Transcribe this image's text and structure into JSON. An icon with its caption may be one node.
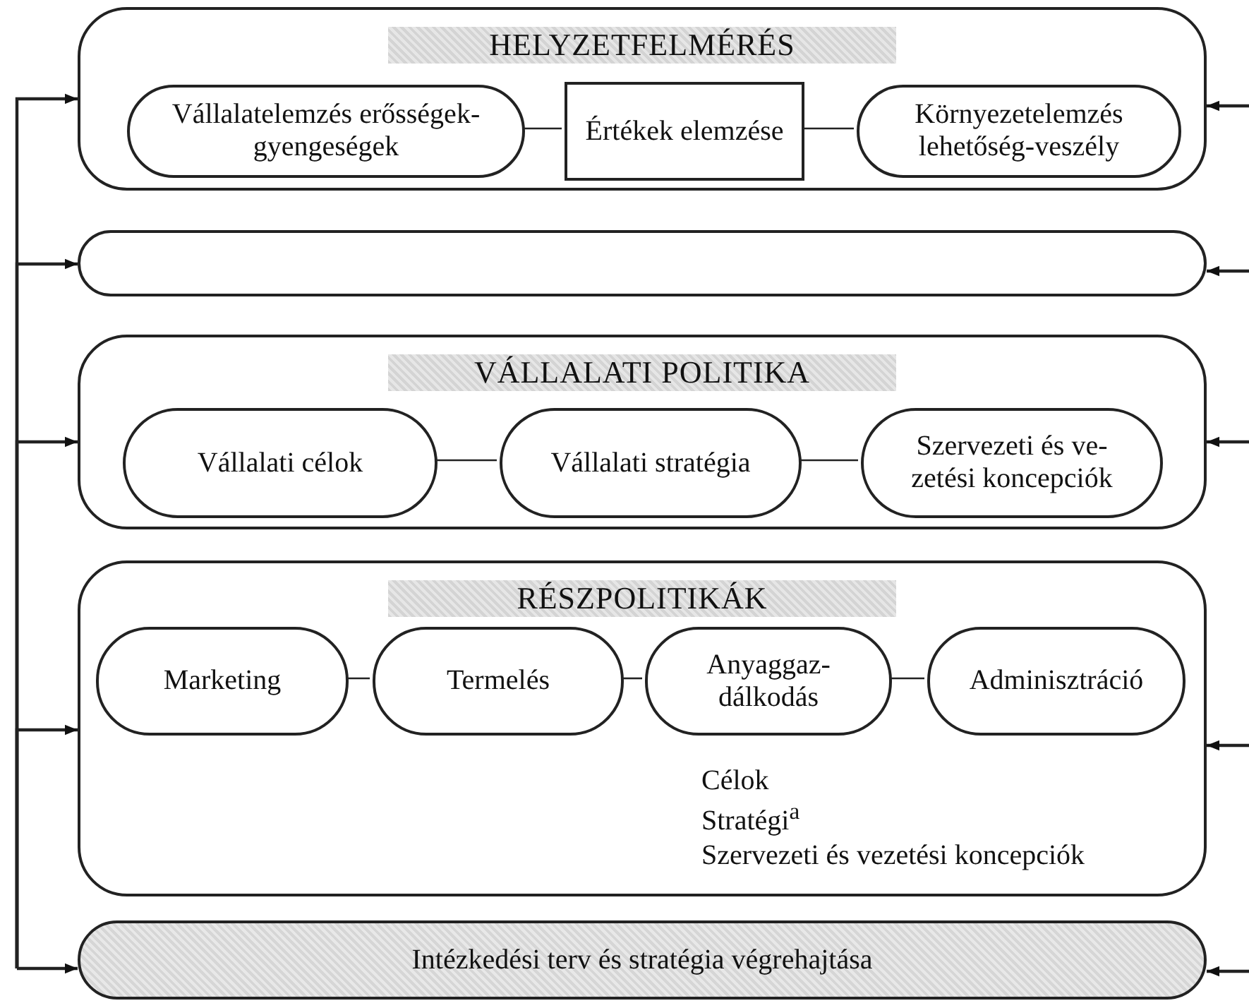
{
  "diagram": {
    "nodes": [
      {
        "text": [
          "HELYZETFELMÉRÉS"
        ]
      },
      {
        "text": [
          "Vállalatelemzés erősségek-gyengeségek"
        ],
        "in": 0
      },
      {
        "text": [
          "Értékek elemzése"
        ],
        "in": 0
      },
      {
        "text": [
          "Környezetelemzés lehetőség-veszély"
        ],
        "in": 0
      },
      {
        "text": [],
        "shape": "box"
      },
      {
        "text": [
          "VÁLLALATI POLITIKA"
        ]
      },
      {
        "text": [
          "Vállalati célok"
        ],
        "in": 5
      },
      {
        "text": [
          "Vállalati stratégia"
        ],
        "in": 5
      },
      {
        "text": [
          "Szervezeti és ve- zetési koncepciók"
        ],
        "in": 5
      },
      {
        "text": [
          "RÉSZPOLITIKÁK",
          "Célok",
          "Stratégi$^{a}$",
          "Szervezeti és vezetési koncepciók"
        ]
      },
      {
        "text": [
          "Marketing"
        ],
        "in": 9
      },
      {
        "text": [
          "Termelés"
        ],
        "in": 9
      },
      {
        "text": [
          "Anyaggaz- dálkodás"
        ],
        "in": 9
      },
      {
        "text": [
          "Adminisztráció"
        ],
        "in": 9
      },
      {
        "text": [
          "Intézkedési terv és stratégia végrehajtása"
        ]
      }
    ],
    "edges": [
      {
        "from": 1,
        "to": 2,
        "arrow": "none"
      },
      {
        "from": 2,
        "to": 3,
        "arrow": "none"
      },
      {
        "from": 6,
        "to": 7,
        "arrow": "none"
      },
      {
        "from": 7,
        "to": 8,
        "arrow": "none"
      },
      {
        "from": 10,
        "to": 11,
        "arrow": "none"
      },
      {
        "from": 11,
        "to": 12,
        "arrow": "none"
      },
      {
        "from": 12,
        "to": 13,
        "arrow": "none"
      },
      {
        "from": null,
        "to": 0,
        "arrow": "to"
      },
      {
        "from": null,
        "to": 4,
        "arrow": "to"
      },
      {
        "from": null,
        "to": 5,
        "arrow": "to"
      },
      {
        "from": null,
        "to": 9,
        "arrow": "to"
      },
      {
        "from": null,
        "to": 14,
        "arrow": "to"
      },
      {
        "from": null,
        "to": 0,
        "arrow": "to"
      },
      {
        "from": null,
        "to": 4,
        "arrow": "to"
      },
      {
        "from": null,
        "to": 5,
        "arrow": "to"
      },
      {
        "from": null,
        "to": 9,
        "arrow": "to"
      },
      {
        "from": null,
        "to": 14,
        "arrow": "to"
      }
    ]
  }
}
